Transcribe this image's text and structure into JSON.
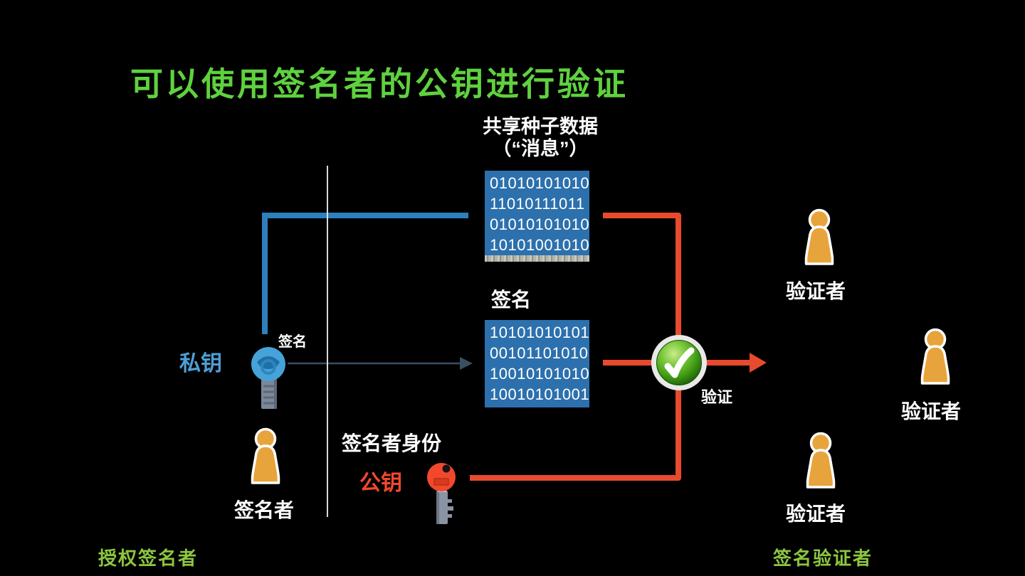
{
  "title": "可以使用签名者的公钥进行验证",
  "message": {
    "label_line1": "共享种子数据",
    "label_line2": "（“消息”）",
    "bits": [
      "01010101010",
      "11010111011",
      "01010101010",
      "10101001010"
    ]
  },
  "signature": {
    "label": "签名",
    "bits": [
      "10101010101",
      "00101101010",
      "10010101010",
      "10010101001"
    ]
  },
  "private_key": {
    "label": "私钥",
    "action_label": "签名"
  },
  "public_key": {
    "label": "公钥",
    "identity_label": "签名者身份"
  },
  "verify": {
    "label": "验证"
  },
  "signer": {
    "label": "签名者"
  },
  "verifiers": [
    {
      "label": "验证者"
    },
    {
      "label": "验证者"
    },
    {
      "label": "验证者"
    }
  ],
  "footer": {
    "left": "授权签名者",
    "right": "签名验证者"
  },
  "colors": {
    "background": "#000000",
    "title_green": "#5FD13F",
    "footer_green": "#8DC63F",
    "box_blue": "#2C70AD",
    "line_blue": "#2E7FBE",
    "line_red": "#E84A2E",
    "dark_arrow": "#3A4E63",
    "person_orange": "#E8A43C",
    "key_blue": "#45A3D9",
    "key_blue_text": "#4E9FD6",
    "key_red": "#F2482C",
    "key_red_text": "#F2482C",
    "check_green": "#3F9B12",
    "divider_white": "#EDEDED"
  }
}
